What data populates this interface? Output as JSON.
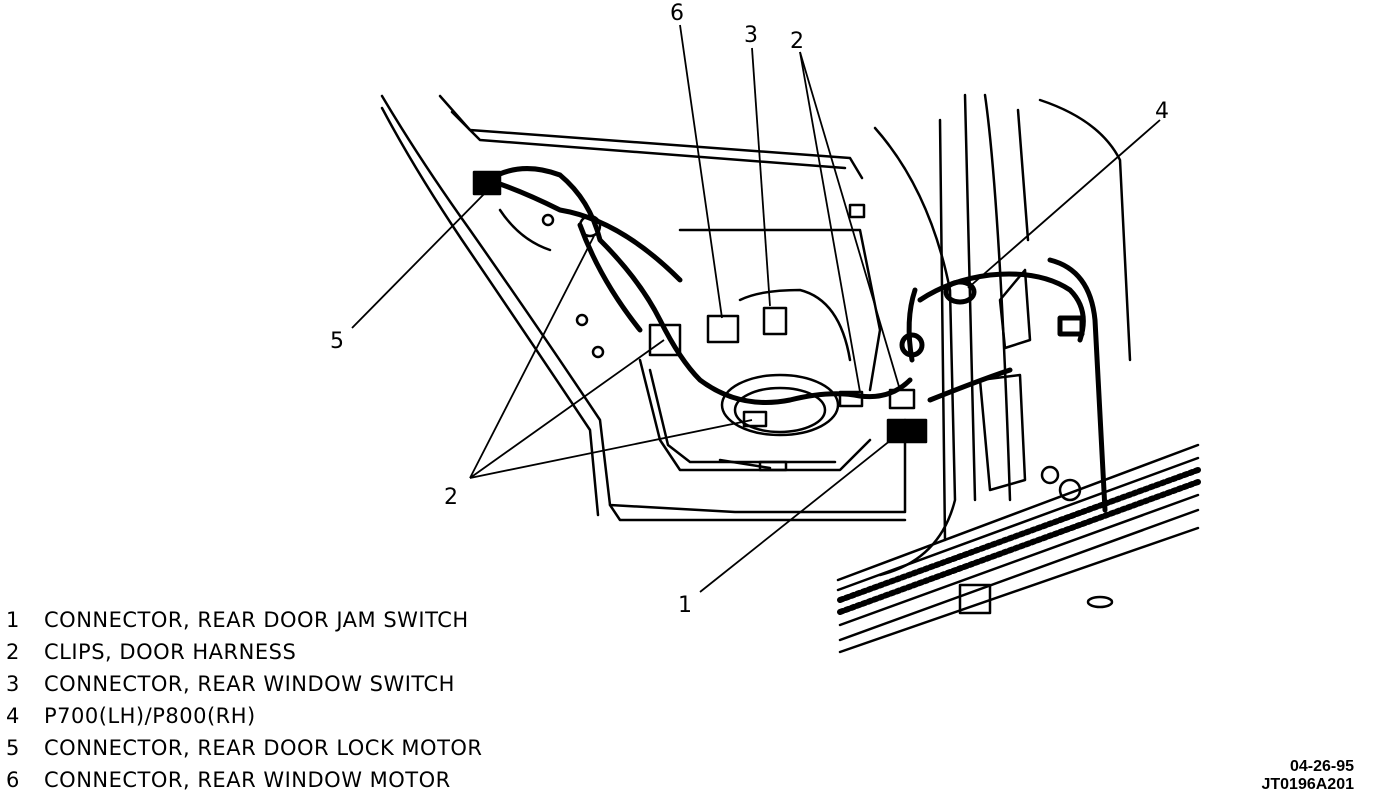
{
  "diagram": {
    "callouts": {
      "c1": "1",
      "c2_top": "2",
      "c2_bottom": "2",
      "c3": "3",
      "c4": "4",
      "c5": "5",
      "c6": "6"
    }
  },
  "legend": [
    {
      "num": "1",
      "text": "CONNECTOR, REAR DOOR JAM SWITCH"
    },
    {
      "num": "2",
      "text": "CLIPS, DOOR HARNESS"
    },
    {
      "num": "3",
      "text": "CONNECTOR, REAR WINDOW SWITCH"
    },
    {
      "num": "4",
      "text": "P700(LH)/P800(RH)"
    },
    {
      "num": "5",
      "text": "CONNECTOR, REAR DOOR LOCK MOTOR"
    },
    {
      "num": "6",
      "text": "CONNECTOR, REAR WINDOW MOTOR"
    }
  ],
  "stamp": {
    "date": "04-26-95",
    "code": "JT0196A201"
  }
}
